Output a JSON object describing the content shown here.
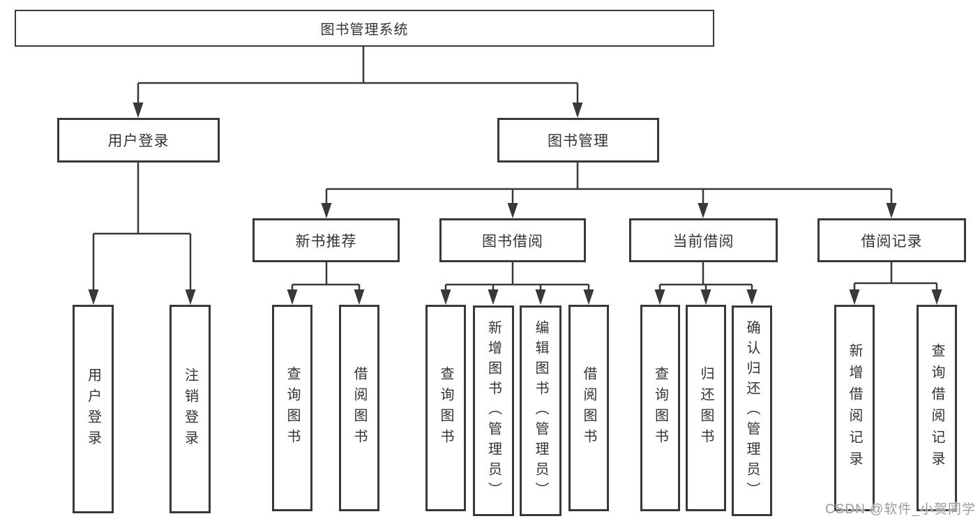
{
  "diagram": {
    "root": {
      "label": "图书管理系统",
      "children": [
        {
          "label": "用户登录",
          "children": [
            {
              "label": "用户登录"
            },
            {
              "label": "注销登录"
            }
          ]
        },
        {
          "label": "图书管理",
          "children": [
            {
              "label": "新书推荐",
              "children": [
                {
                  "label": "查询图书"
                },
                {
                  "label": "借阅图书"
                }
              ]
            },
            {
              "label": "图书借阅",
              "children": [
                {
                  "label": "查询图书"
                },
                {
                  "label": "新增图书（管理员）"
                },
                {
                  "label": "编辑图书（管理员）"
                },
                {
                  "label": "借阅图书"
                }
              ]
            },
            {
              "label": "当前借阅",
              "children": [
                {
                  "label": "查询图书"
                },
                {
                  "label": "归还图书"
                },
                {
                  "label": "确认归还（管理员）"
                }
              ]
            },
            {
              "label": "借阅记录",
              "children": [
                {
                  "label": "新增借阅记录"
                },
                {
                  "label": "查询借阅记录"
                }
              ]
            }
          ]
        }
      ]
    }
  },
  "watermark": {
    "text": "CSDN @软件_小贺同学"
  },
  "colors": {
    "line": "#383838",
    "text": "#333333",
    "box_background": "#ffffff",
    "watermark": "#9b9b9b",
    "background": "#ffffff"
  }
}
